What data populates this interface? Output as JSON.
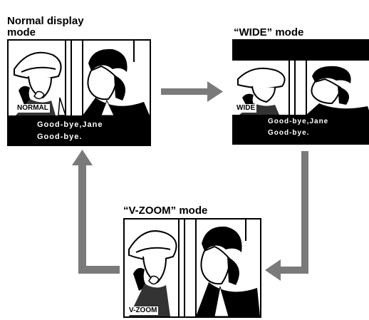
{
  "modes": {
    "normal": {
      "title": "Normal display\nmode",
      "badge": "NORMAL",
      "subtitle_lines": [
        "Good-bye,Jane",
        "Good-bye."
      ]
    },
    "wide": {
      "title": "“WIDE” mode",
      "badge": "WIDE",
      "subtitle_lines": [
        "Good-bye,Jane",
        "Good-bye."
      ]
    },
    "vzoom": {
      "title": "“V-ZOOM” mode",
      "badge": "V-ZOOM"
    }
  },
  "colors": {
    "arrow": "#7a7a7a",
    "frame": "#000000",
    "subtitle_bg": "#000000"
  }
}
